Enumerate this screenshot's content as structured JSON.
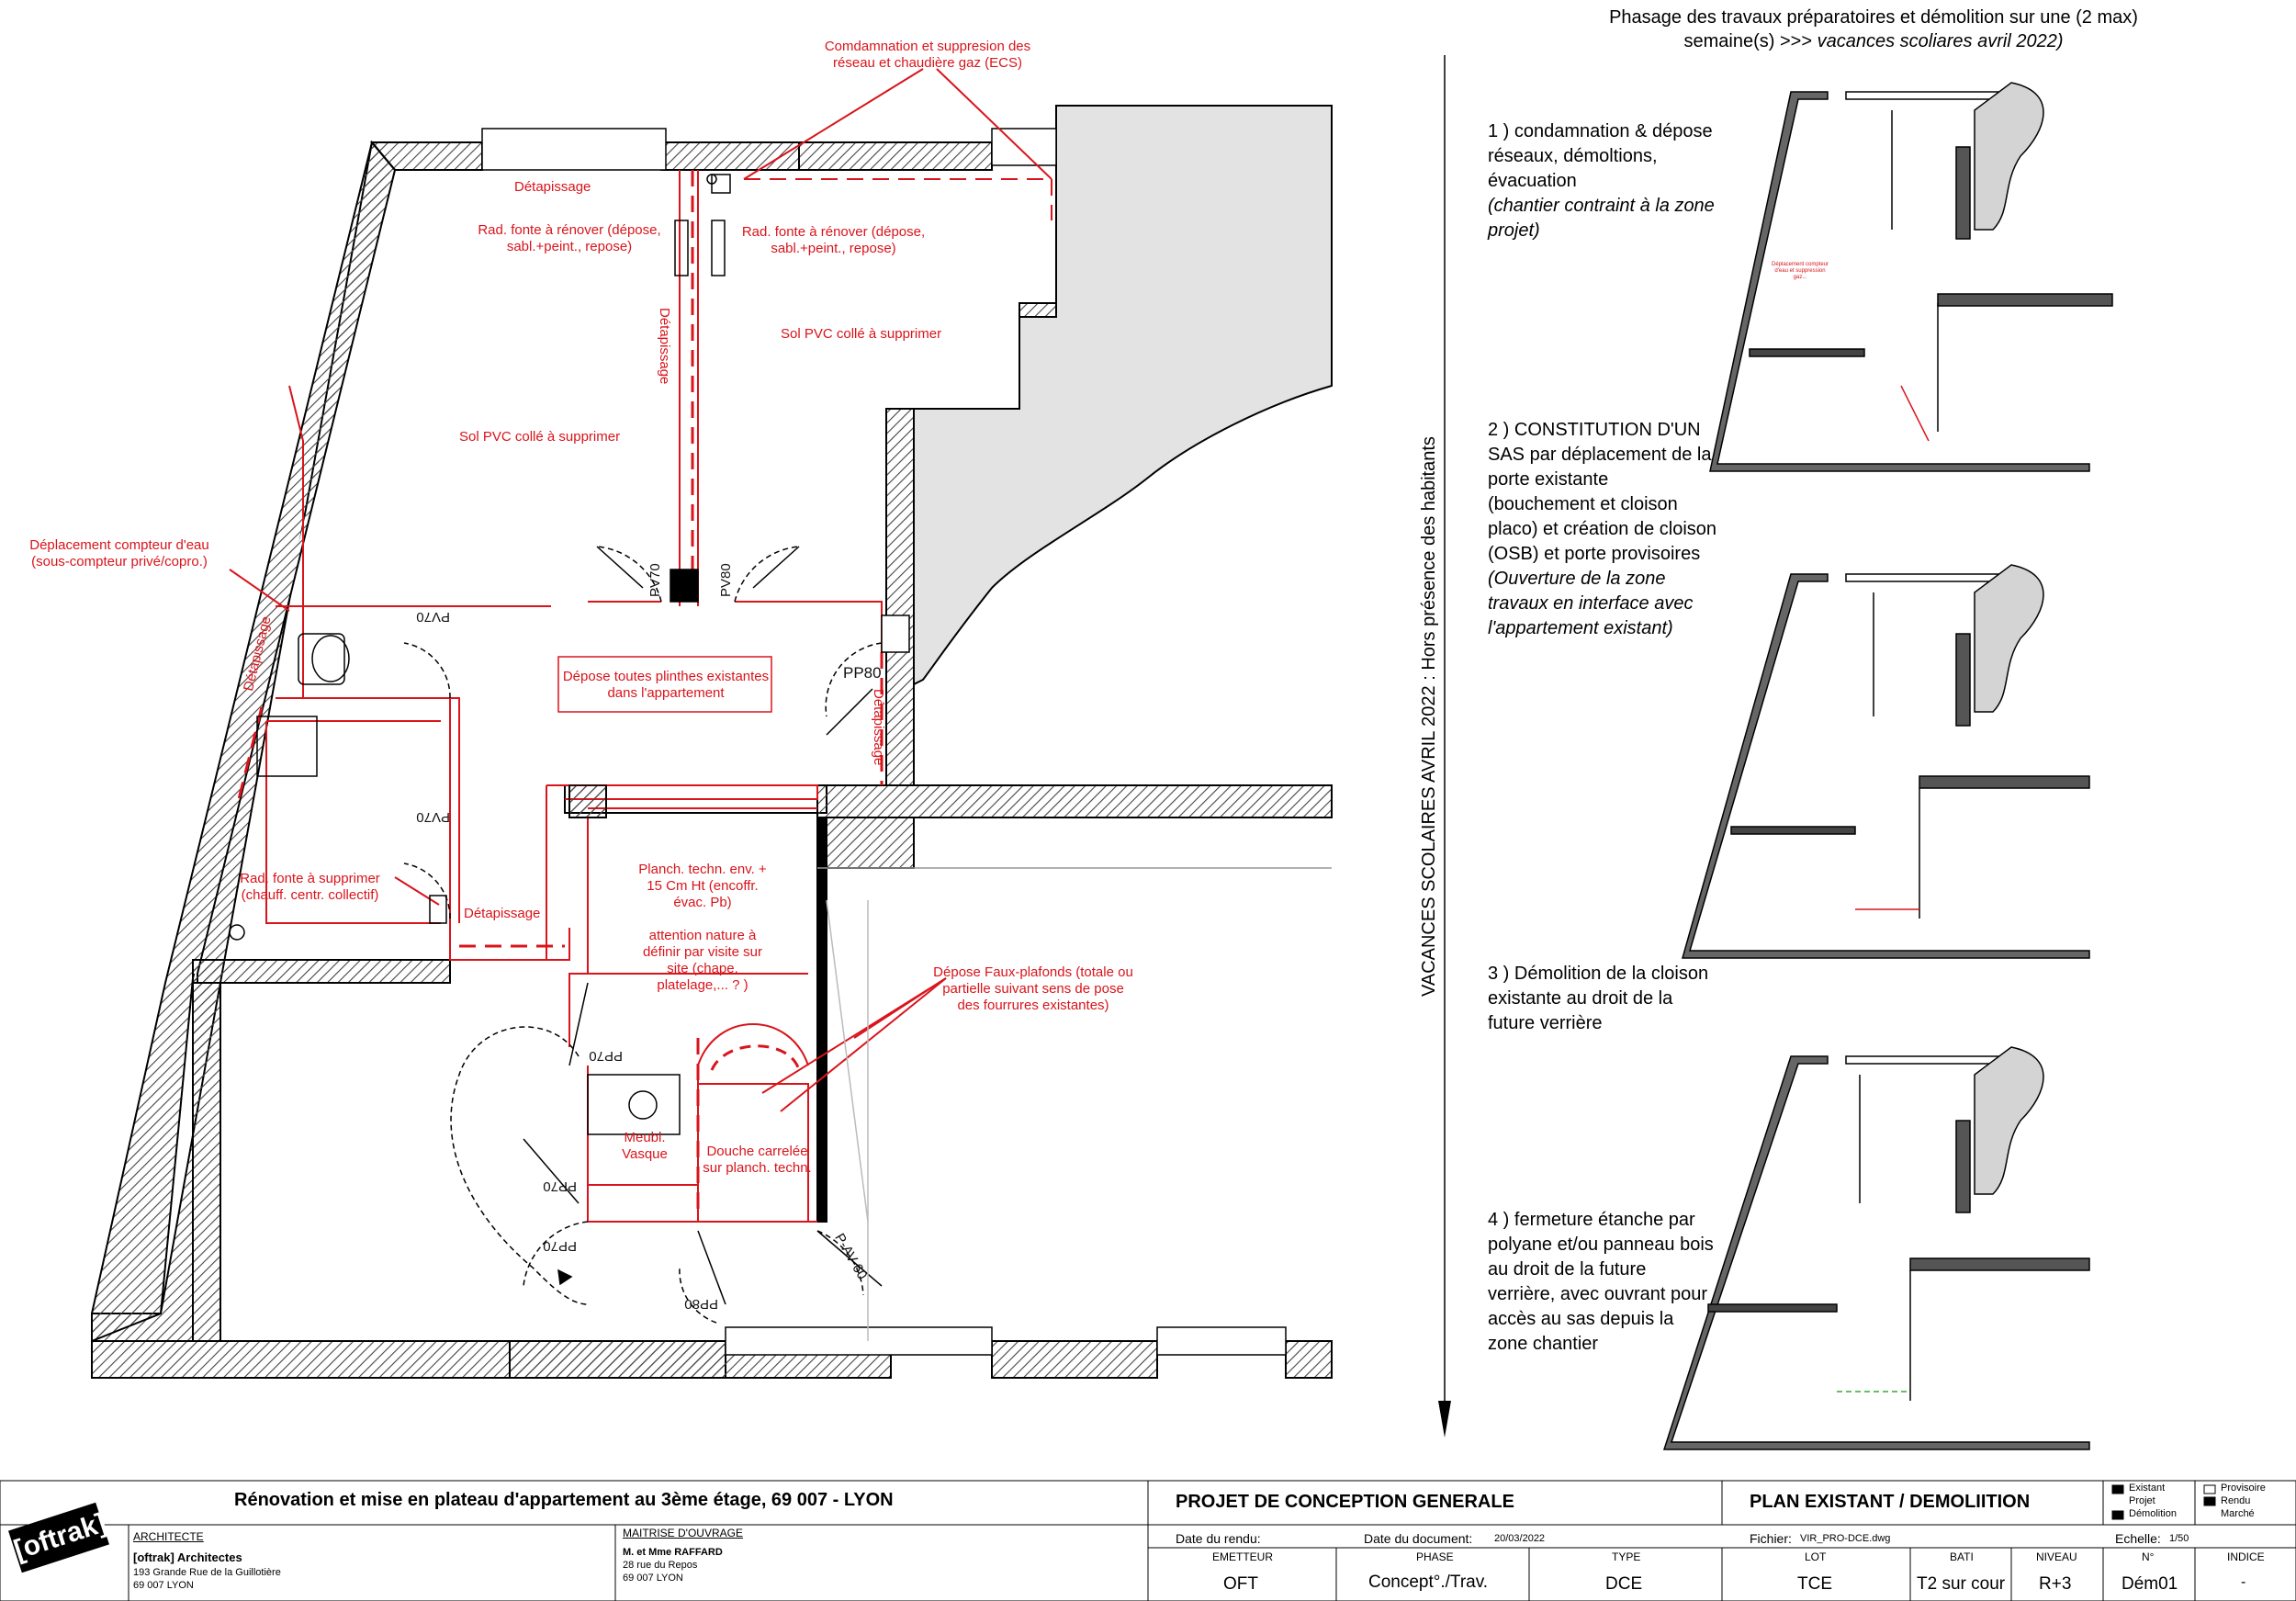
{
  "phase": {
    "title_line1": "Phasage des travaux préparatoires et démolition sur une (2 max)",
    "title_line2_prefix": "semaine(s) >>> ",
    "title_line2_italic": "vacances scoliares avril 2022)",
    "vertical_label": "VACANCES SCOLAIRES AVRIL 2022 : Hors présence des habitants",
    "steps": [
      {
        "text": "1 ) condamnation & dépose réseaux, démoltions, évacuation",
        "italic": "(chantier contraint à la zone projet)"
      },
      {
        "text": "2 ) CONSTITUTION D'UN SAS par déplacement de la porte existante (bouchement et cloison placo) et création de cloison (OSB) et porte provisoires",
        "italic": "(Ouverture de la zone travaux en interface avec l'appartement existant)"
      },
      {
        "text": "3 ) Démolition de la cloison existante au droit de la future verrière",
        "italic": ""
      },
      {
        "text": "4 ) fermeture étanche par polyane et/ou panneau bois au droit de la future verrière, avec ouvrant pour accès au sas depuis la zone chantier",
        "italic": ""
      }
    ],
    "mini_note": "Déplacement compteur d'eau et suppression gaz..."
  },
  "plan": {
    "annotations": {
      "gas": "Comdamnation et suppresion des réseau et chaudière gaz (ECS)",
      "detapissage_top": "Détapissage",
      "rad_left": "Rad. fonte à rénover (dépose, sabl.+peint., repose)",
      "rad_right": "Rad. fonte à rénover (dépose, sabl.+peint., repose)",
      "sol_right": "Sol PVC collé à supprimer",
      "sol_left": "Sol PVC collé à supprimer",
      "detapissage_vert": "Détapissage",
      "compteur": "Déplacement compteur d'eau (sous-compteur privé/copro.)",
      "detapissage_diag": "Détapissage",
      "plinthes": "Dépose toutes plinthes existantes dans l'appartement",
      "detapissage_pp80": "Détapissage",
      "rad_supprimer": "Rad. fonte à supprimer (chauff. centr. collectif)",
      "detapissage_bottom": "Détapissage",
      "plancher": "Planch. techn. env. + 15 Cm Ht (encoffr. évac. Pb)",
      "attention": "attention nature à définir par visite sur site (chape, platelage,... ? )",
      "faux_plafonds": "Dépose Faux-plafonds (totale ou partielle suivant sens de pose des fourrures existantes)",
      "meubl": "Meubl. Vasque",
      "douche": "Douche carrelée sur planch. techn."
    },
    "door_tags": {
      "pv70a": "PV70",
      "pv80": "PV80",
      "pv70b": "PV70",
      "pp80": "PP80",
      "pv70c": "PV70",
      "pp70a": "PP70",
      "pp70b": "PP70",
      "pp70c": "PP70",
      "pav60": "P-AV 60",
      "pp80b": "PP80"
    }
  },
  "title_block": {
    "project_title": "Rénovation et mise en plateau d'appartement au 3ème étage, 69 007 - LYON",
    "logo": "[oftrak]",
    "architecte_label": "ARCHITECTE",
    "architecte_name": "[oftrak] Architectes",
    "architecte_addr1": "193 Grande Rue de la Guillotière",
    "architecte_addr2": "69 007 LYON",
    "moa_label": "MAITRISE D'OUVRAGE",
    "moa_name": "M. et Mme RAFFARD",
    "moa_addr1": "28 rue du Repos",
    "moa_addr2": "69 007 LYON",
    "phase_title": "PROJET DE CONCEPTION GENERALE",
    "plan_title": "PLAN EXISTANT / DEMOLIITION",
    "date_rendu_label": "Date du rendu:",
    "date_doc_label": "Date du document:",
    "date_doc_value": "20/03/2022",
    "fichier_label": "Fichier:",
    "fichier_value": "VIR_PRO-DCE.dwg",
    "echelle_label": "Echelle:",
    "echelle_value": "1/50",
    "legend": {
      "existant": "Existant",
      "projet": "Projet",
      "demolition": "Démolition",
      "provisoire": "Provisoire",
      "rendu": "Rendu",
      "marche": "Marché"
    },
    "cols": {
      "emetteur_label": "EMETTEUR",
      "emetteur": "OFT",
      "phase_label": "PHASE",
      "phase": "Concept°./Trav.",
      "type_label": "TYPE",
      "type": "DCE",
      "lot_label": "LOT",
      "lot": "TCE",
      "bati_label": "BATI",
      "bati": "T2 sur cour",
      "niveau_label": "NIVEAU",
      "niveau": "R+3",
      "num_label": "N°",
      "num": "Dém01",
      "indice_label": "INDICE",
      "indice": "-"
    }
  }
}
